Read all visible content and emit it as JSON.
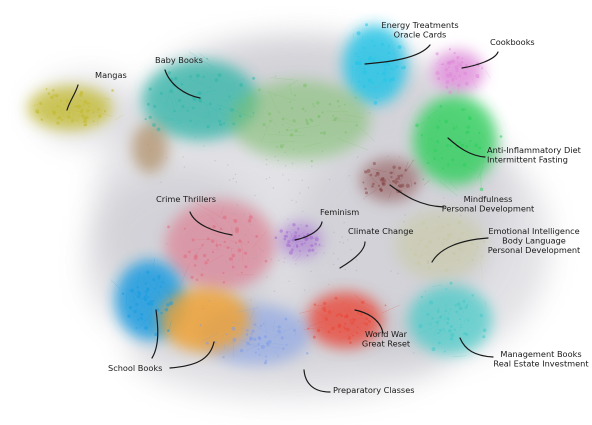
{
  "clusters": [
    {
      "id": "mangas",
      "lines": [
        "Mangas"
      ],
      "color": "#c2b92a"
    },
    {
      "id": "baby-books",
      "lines": [
        "Baby Books"
      ],
      "color": "#2fb6a8"
    },
    {
      "id": "energy-oracle",
      "lines": [
        "Energy Treatments",
        "Oracle Cards"
      ],
      "color": "#27c4e6"
    },
    {
      "id": "cookbooks",
      "lines": [
        "Cookbooks"
      ],
      "color": "#de8ad8"
    },
    {
      "id": "anti-inflammatory",
      "lines": [
        "Anti-Inflammatory Diet",
        "Intermittent Fasting"
      ],
      "color": "#2dcf5c"
    },
    {
      "id": "mindfulness",
      "lines": [
        "Mindfulness",
        "Personal Development"
      ],
      "color": "#8a4b4b"
    },
    {
      "id": "crime-thrillers",
      "lines": [
        "Crime Thrillers"
      ],
      "color": "#e06a80"
    },
    {
      "id": "feminism",
      "lines": [
        "Feminism"
      ],
      "color": "#a46ad0"
    },
    {
      "id": "climate-change",
      "lines": [
        "Climate Change"
      ],
      "color": "#7bbf6a"
    },
    {
      "id": "emotional-intelligence",
      "lines": [
        "Emotional Intelligence",
        "Body Language",
        "Personal Development"
      ],
      "color": "#c9c9a6"
    },
    {
      "id": "school-books",
      "lines": [
        "School Books"
      ],
      "color": "#1a9ce0"
    },
    {
      "id": "world-war",
      "lines": [
        "World War",
        "Great Reset"
      ],
      "color": "#ea4a3a"
    },
    {
      "id": "management",
      "lines": [
        "Management Books",
        "Real Estate Investment"
      ],
      "color": "#41c9c6"
    },
    {
      "id": "preparatory",
      "lines": [
        "Preparatory Classes"
      ],
      "color": "#7f9de8"
    }
  ],
  "background_tint": "#c0c0c8"
}
